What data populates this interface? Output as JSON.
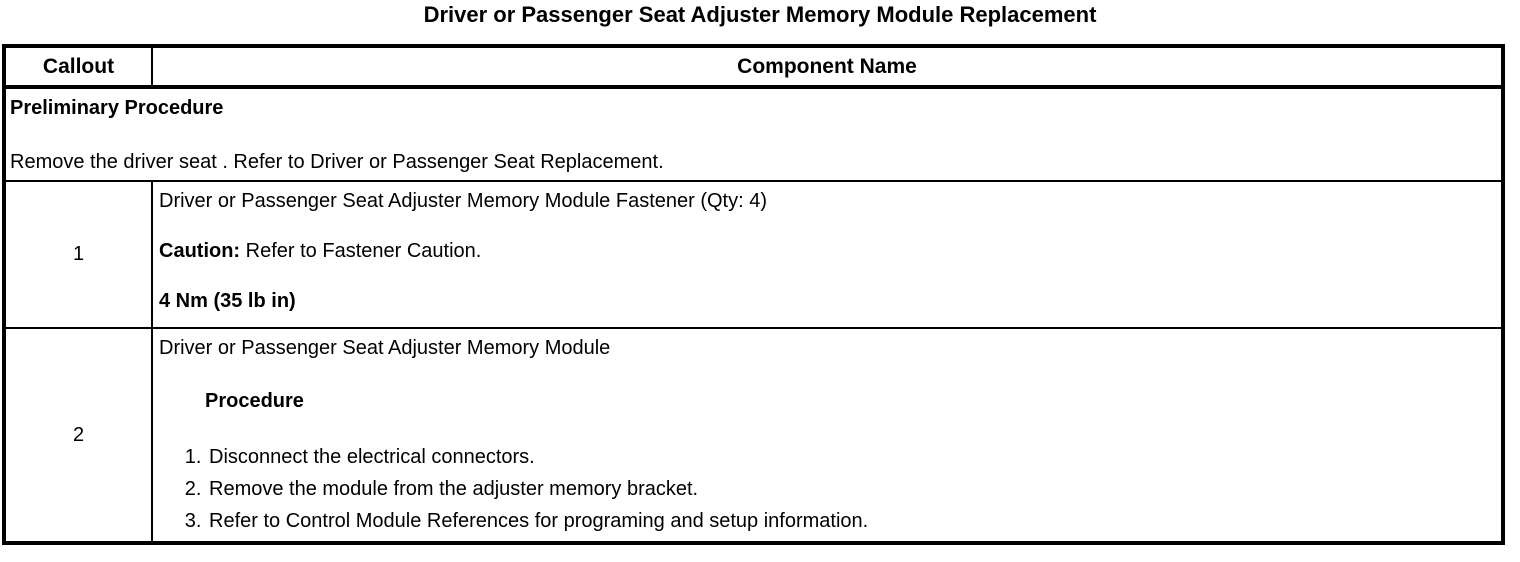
{
  "title": "Driver or Passenger Seat Adjuster Memory Module Replacement",
  "table": {
    "headers": {
      "callout": "Callout",
      "component": "Component Name"
    },
    "preliminary": {
      "heading": "Preliminary Procedure",
      "text": "Remove the driver seat . Refer to Driver or Passenger Seat Replacement."
    },
    "rows": [
      {
        "callout": "1",
        "component": "Driver or Passenger Seat Adjuster Memory Module Fastener (Qty: 4)",
        "caution_label": "Caution:",
        "caution_text": "Refer to Fastener Caution.",
        "torque": "4 Nm (35 lb in)"
      },
      {
        "callout": "2",
        "component": "Driver or Passenger Seat Adjuster Memory Module",
        "procedure_label": "Procedure",
        "steps": [
          "Disconnect the electrical connectors.",
          "Remove the module from the adjuster memory bracket.",
          "Refer to Control Module References for programing and setup information."
        ]
      }
    ]
  }
}
